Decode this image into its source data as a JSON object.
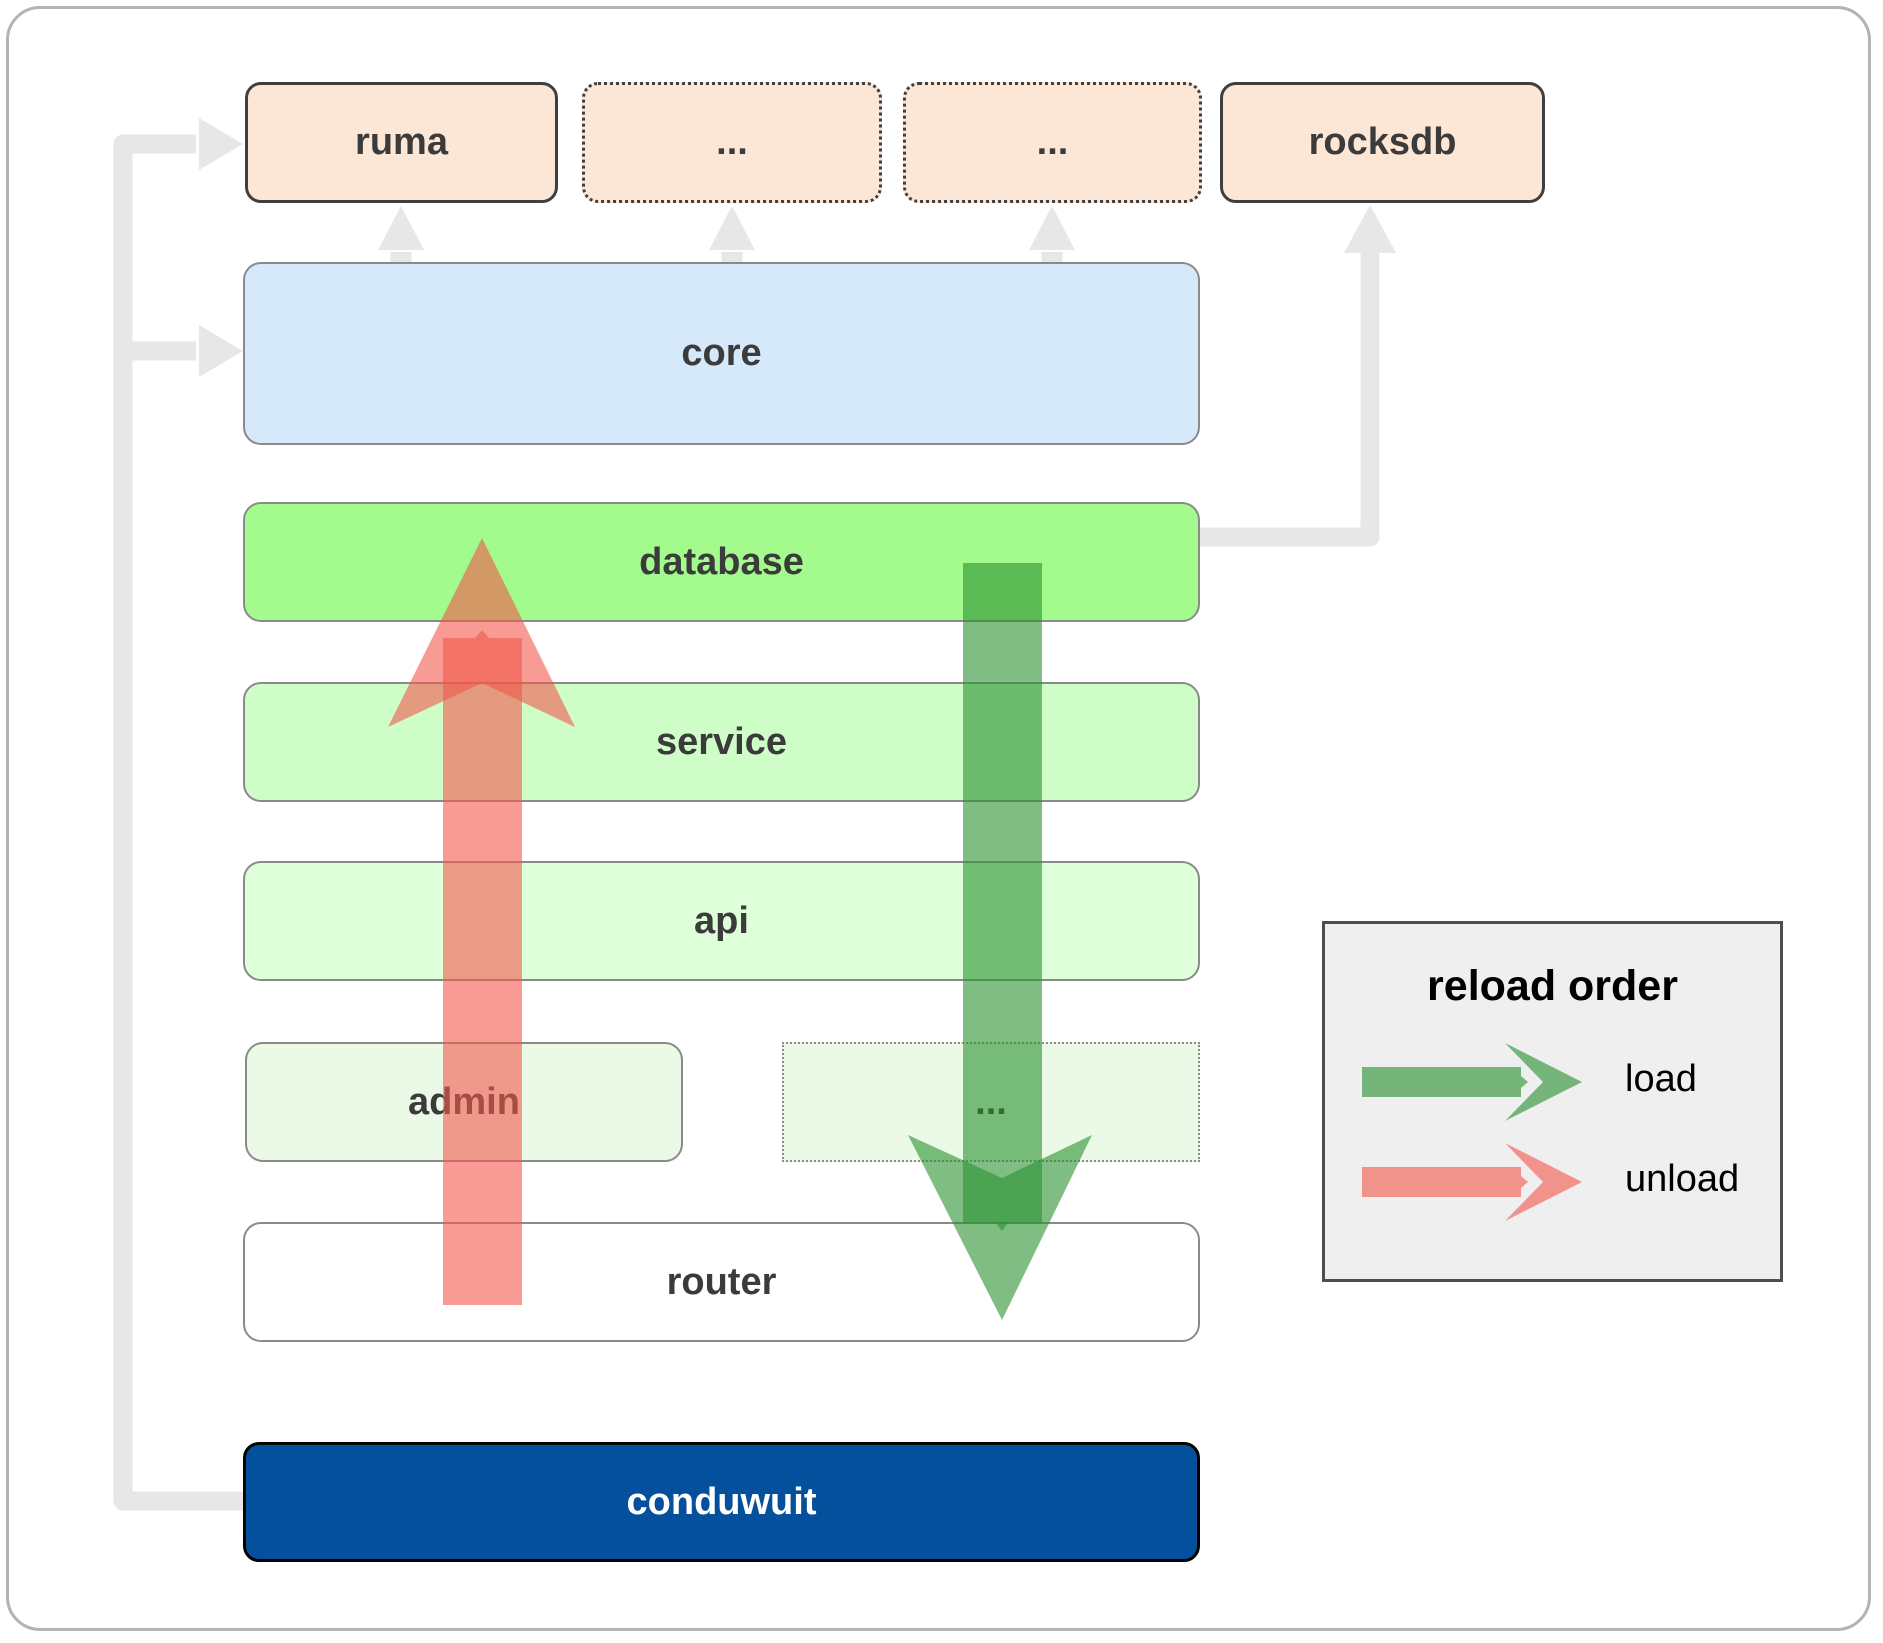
{
  "nodes": {
    "ruma": {
      "label": "ruma"
    },
    "dots_top_1": {
      "label": "..."
    },
    "dots_top_2": {
      "label": "..."
    },
    "rocksdb": {
      "label": "rocksdb"
    },
    "core": {
      "label": "core"
    },
    "database": {
      "label": "database"
    },
    "service": {
      "label": "service"
    },
    "api": {
      "label": "api"
    },
    "admin": {
      "label": "admin"
    },
    "dots_admin_row": {
      "label": "..."
    },
    "router": {
      "label": "router"
    },
    "conduwuit": {
      "label": "conduwuit"
    }
  },
  "legend": {
    "title": "reload order",
    "load_label": "load",
    "unload_label": "unload"
  },
  "colors": {
    "load_arrow": "#2a9130",
    "unload_arrow": "#f2584d",
    "connector": "#e7e7e7",
    "top_row_fill": "#fce6d5",
    "core_fill": "#d6e9fa",
    "database_fill": "#a4fb8d",
    "service_fill": "#cefdc8",
    "api_fill": "#dffeda",
    "admin_fill": "#eafae7",
    "conduwuit_fill": "#05509c",
    "legend_fill": "#efefef"
  }
}
